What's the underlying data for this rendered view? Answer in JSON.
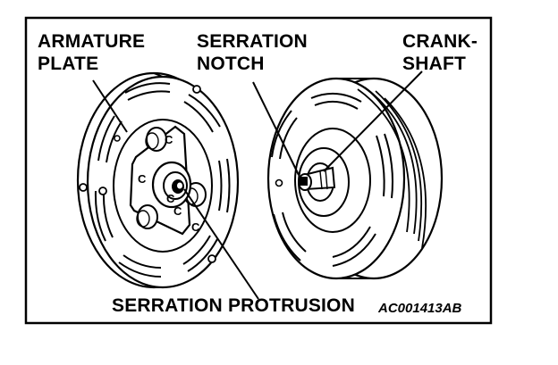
{
  "labels": {
    "armature_line1": "ARMATURE",
    "armature_line2": "PLATE",
    "serration_notch_line1": "SERRATION",
    "serration_notch_line2": "NOTCH",
    "crankshaft_line1": "CRANK-",
    "crankshaft_line2": "SHAFT",
    "serration_protrusion": "SERRATION PROTRUSION",
    "figure_code": "AC001413AB"
  },
  "markers": [
    "C",
    "C",
    "C",
    "C",
    "C"
  ],
  "colors": {
    "ink": "#000000",
    "paper": "#ffffff"
  }
}
